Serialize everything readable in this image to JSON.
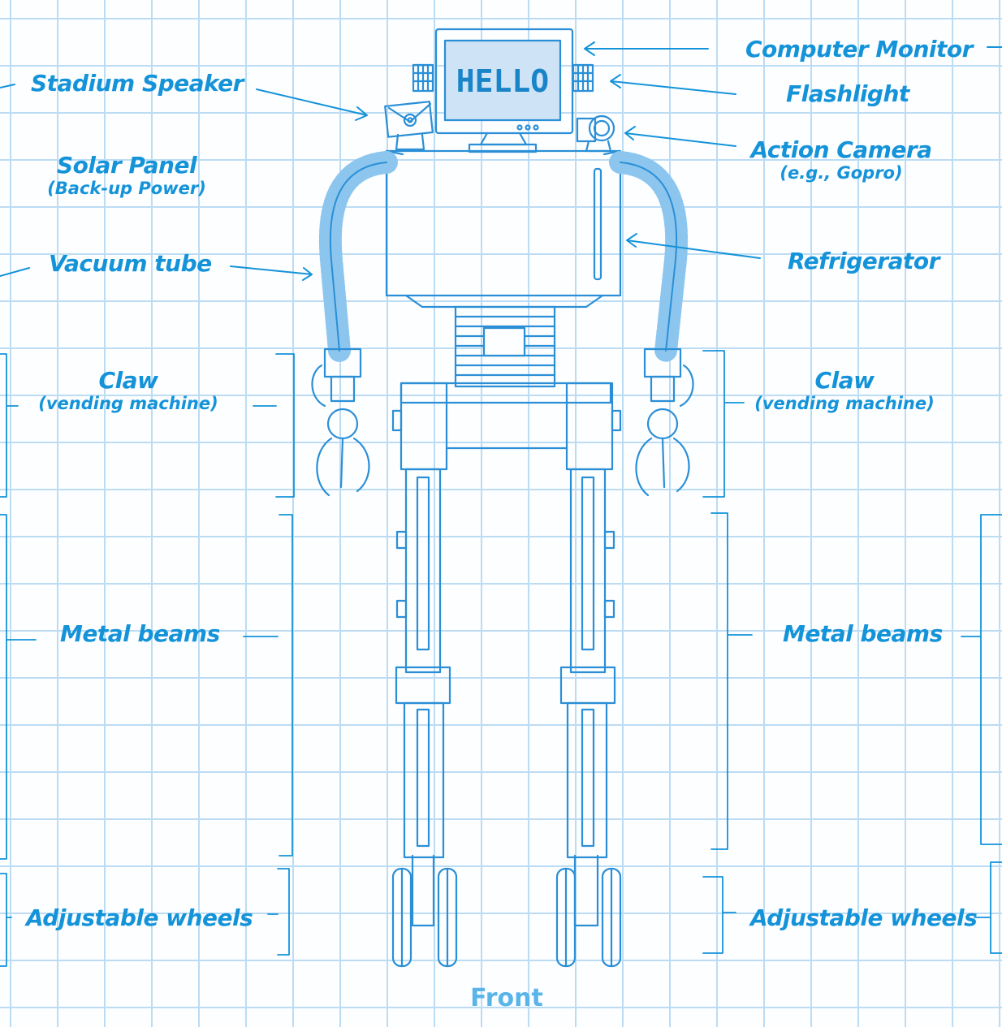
{
  "labels": {
    "computer_monitor": "Computer Monitor",
    "flashlight": "Flashlight",
    "action_camera": "Action Camera",
    "action_camera_sub": "(e.g., Gopro)",
    "refrigerator": "Refrigerator",
    "stadium_speaker": "Stadium Speaker",
    "solar_panel": "Solar Panel",
    "solar_panel_sub": "(Back-up Power)",
    "vacuum_tube": "Vacuum tube",
    "claw_left": "Claw",
    "claw_left_sub": "(vending machine)",
    "claw_right": "Claw",
    "claw_right_sub": "(vending machine)",
    "metal_beams_left": "Metal beams",
    "metal_beams_right": "Metal beams",
    "wheels_left": "Adjustable wheels",
    "wheels_right": "Adjustable wheels"
  },
  "screen_text": "HELLO",
  "view_label": "Front",
  "colors": {
    "ink": "#1493d9",
    "sketch": "#2a8fd6",
    "grid": "#bcdcf4",
    "screen_fill": "#cfe3f6",
    "front_label": "#59b4ea"
  }
}
